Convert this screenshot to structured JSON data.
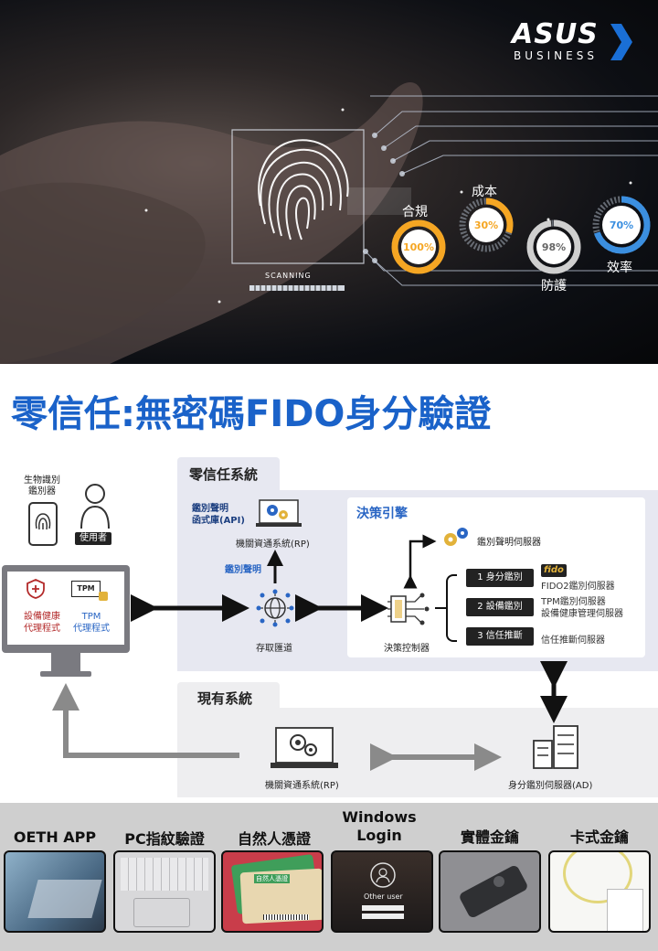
{
  "brand": {
    "name": "ASUS",
    "sub": "BUSINESS",
    "accent": "#1a6fd6"
  },
  "hero": {
    "scanning": "SCANNING",
    "labels": {
      "compliance": "合規",
      "cost": "成本",
      "protection": "防護",
      "efficiency": "效率"
    },
    "gauges": [
      {
        "name": "compliance",
        "text": "100%",
        "value": 100,
        "color": "#f5a623"
      },
      {
        "name": "cost",
        "text": "30%",
        "value": 30,
        "color": "#f5a623"
      },
      {
        "name": "protection",
        "text": "98%",
        "value": 98,
        "color": "#cfcfcf"
      },
      {
        "name": "efficiency",
        "text": "70%",
        "value": 70,
        "color": "#3b8fe0"
      }
    ]
  },
  "title": "零信任:無密碼FIDO身分驗證",
  "diagram": {
    "zero_trust_header": "零信任系統",
    "legacy_header": "現有系統",
    "decision_engine": "決策引擎",
    "biometric_label_1": "生物識別",
    "biometric_label_2": "鑑別器",
    "user_badge": "使用者",
    "tpm_chip": "TPM",
    "device_health_1": "設備健康",
    "device_health_2": "代理程式",
    "tpm_agent_1": "TPM",
    "tpm_agent_2": "代理程式",
    "api_1": "鑑別聲明",
    "api_2": "函式庫(API)",
    "rp_system": "機關資通系統(RP)",
    "auth_claim": "鑑別聲明",
    "access_gateway": "存取匯道",
    "decision_controller": "決策控制器",
    "claim_server": "鑑別聲明伺服器",
    "fido_logo": "fido",
    "steps": [
      {
        "badge": "1 身分鑑別",
        "desc": [
          "FIDO2鑑別伺服器"
        ]
      },
      {
        "badge": "2 設備鑑別",
        "desc": [
          "TPM鑑別伺服器",
          "設備健康管理伺服器"
        ]
      },
      {
        "badge": "3 信任推斷",
        "desc": [
          "信任推斷伺服器"
        ]
      }
    ],
    "legacy_rp": "機關資通系統(RP)",
    "ad_server": "身分鑑別伺服器(AD)"
  },
  "categories": [
    "OETH APP",
    "PC指紋驗證",
    "自然人憑證",
    "Windows",
    "Login",
    "實體金鑰",
    "卡式金鑰"
  ],
  "thumb_texts": {
    "cert_card": "自然人憑證",
    "other_user": "Other user"
  }
}
